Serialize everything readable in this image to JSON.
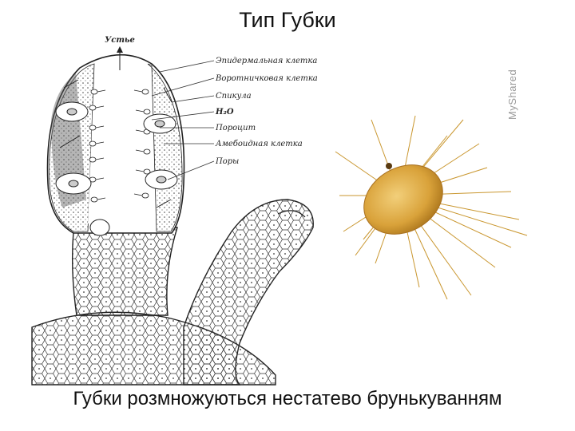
{
  "title": "Тип Губки",
  "caption": "Губки розмножуються нестатево брунькуванням",
  "watermark": "MyShared",
  "diagram": {
    "top_label": "Устье",
    "labels": [
      "Эпидермальная клетка",
      "Воротничковая клетка",
      "Спикула",
      "H₂O",
      "Пороцит",
      "Амебоидная клетка",
      "Поры"
    ]
  },
  "colors": {
    "sponge_body": "#d9a23a",
    "sponge_core": "#e8b858",
    "spicules": "#c9962e",
    "ink": "#222222"
  }
}
